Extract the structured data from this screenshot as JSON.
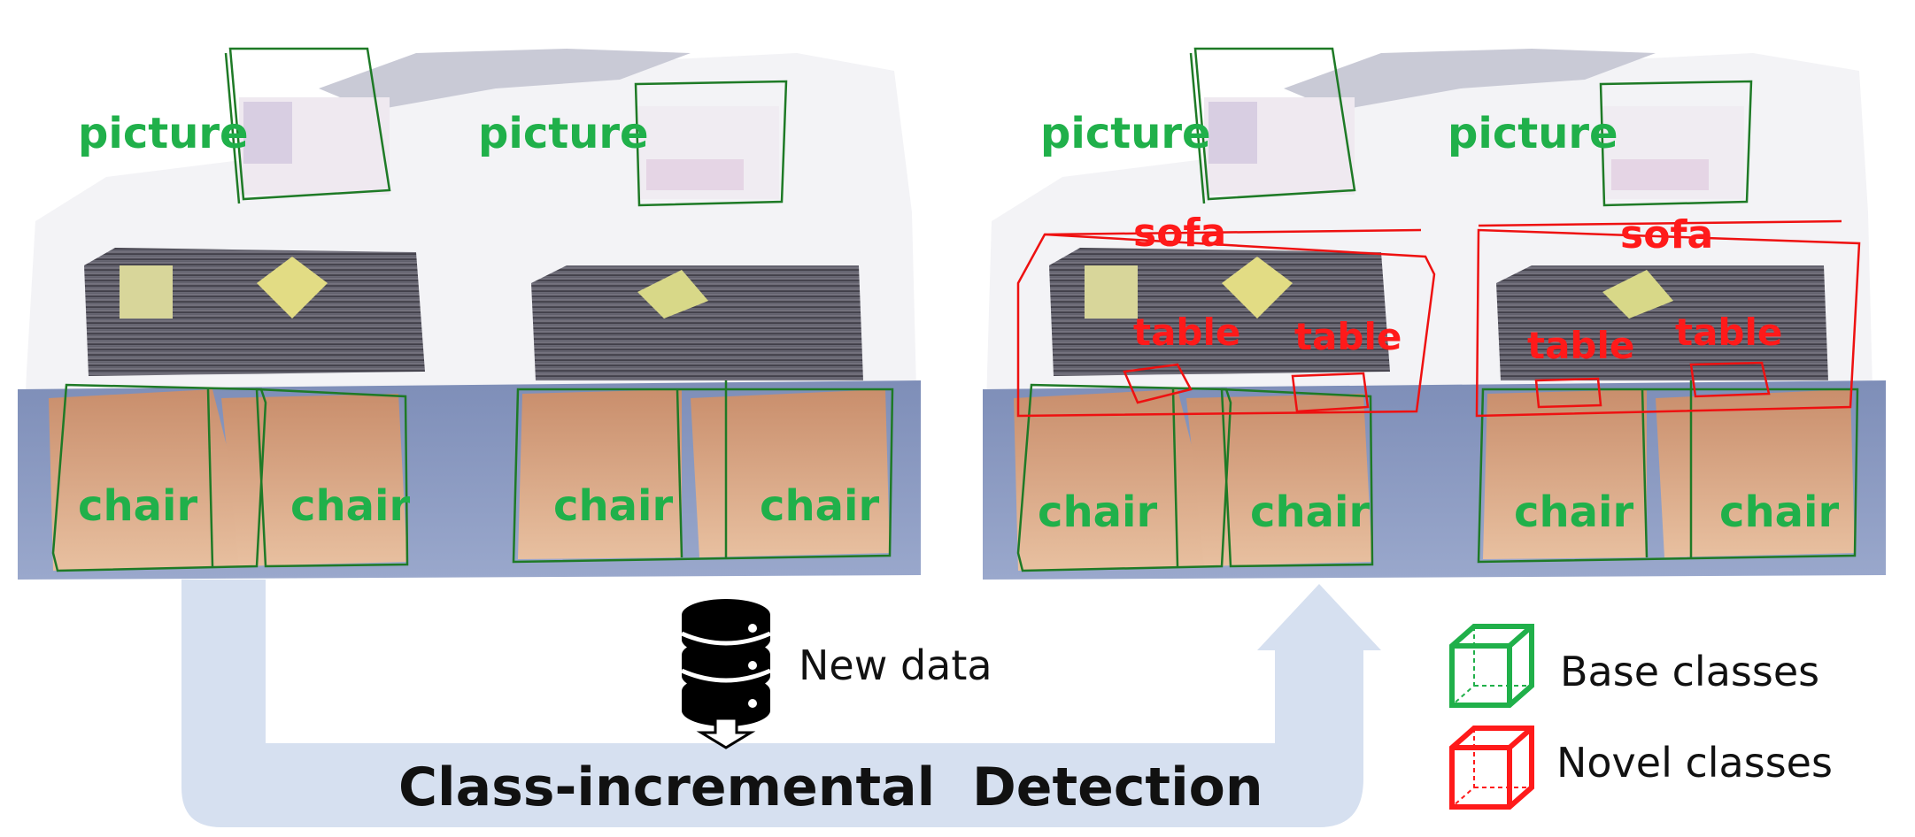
{
  "scene_left": {
    "picture_labels": [
      "picture",
      "picture"
    ],
    "chair_labels": [
      "chair",
      "chair",
      "chair",
      "chair"
    ]
  },
  "scene_right": {
    "picture_labels": [
      "picture",
      "picture"
    ],
    "sofa_labels": [
      "sofa",
      "sofa"
    ],
    "table_labels": [
      "table",
      "table",
      "table",
      "table"
    ],
    "chair_labels": [
      "chair",
      "chair",
      "chair",
      "chair"
    ]
  },
  "flow": {
    "new_data_label": "New data",
    "title": "Class-incremental  Detection"
  },
  "legend": {
    "base_label": "Base classes",
    "novel_label": "Novel classes",
    "base_color": "#20b04a",
    "novel_color": "#ff1a1a"
  },
  "colors": {
    "base_box": "#1e7a26",
    "novel_box": "#ee1111",
    "arrow": "#d6e0f0"
  },
  "icons": {
    "database": "database-icon",
    "down_arrow": "down-arrow-icon",
    "base_cube": "cube-icon",
    "novel_cube": "cube-icon"
  }
}
